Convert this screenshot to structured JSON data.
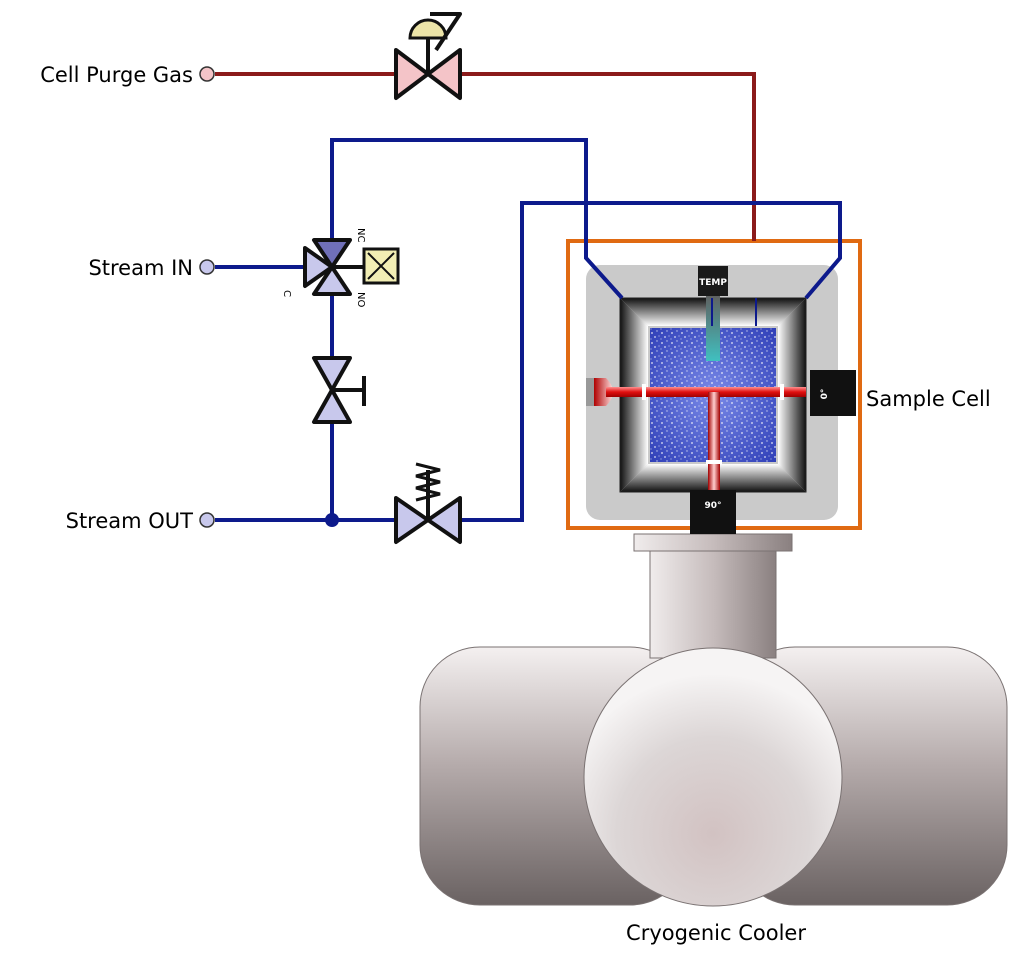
{
  "labels": {
    "cell_purge_gas": "Cell Purge Gas",
    "stream_in": "Stream IN",
    "stream_out": "Stream OUT",
    "sample_cell": "Sample Cell",
    "cryogenic_cooler": "Cryogenic Cooler"
  },
  "tags": {
    "temp": "TEMP",
    "angle_0": "0°",
    "angle_90": "90°"
  },
  "valve_ports": {
    "nc": "NC",
    "no": "NO",
    "c": "C"
  },
  "colors": {
    "purge_line": "#8b1a1a",
    "stream_line": "#0d1a8c",
    "enclosure": "#e06a12",
    "valve_fill_purge": "#f4c4c8",
    "valve_fill_stream": "#c8c8ec",
    "laser": "#e01010"
  }
}
